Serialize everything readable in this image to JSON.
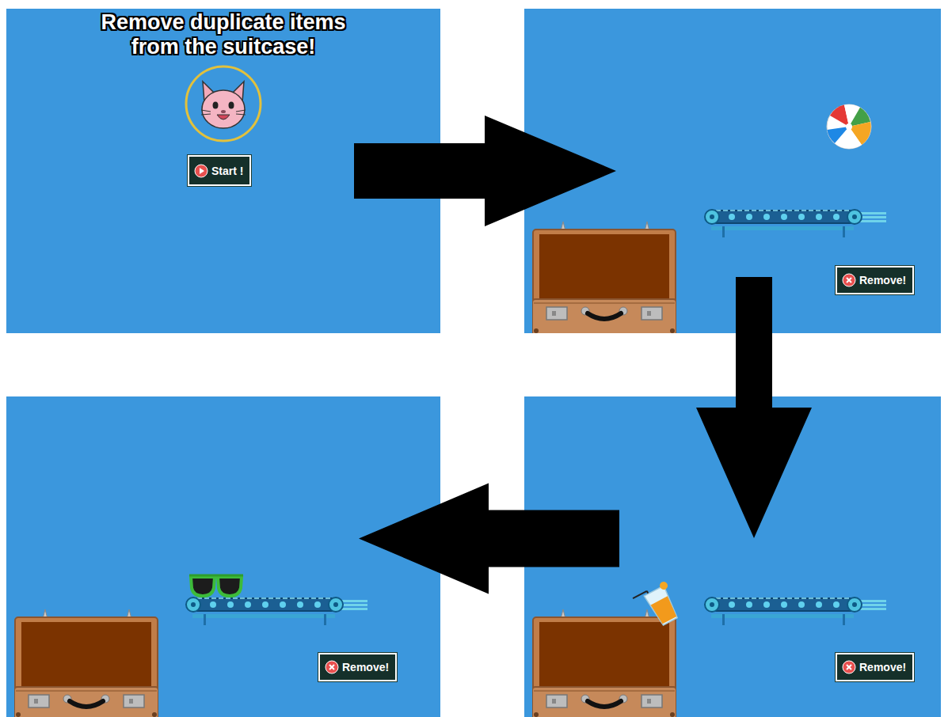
{
  "diagram": {
    "nodes": [
      {
        "text": [
          "Remove duplicate items from the suitcase!"
        ]
      },
      {
        "text": [
          "Start !"
        ],
        "in": 0
      },
      {
        "text": []
      },
      {
        "text": [
          "Remove!"
        ],
        "in": 2
      },
      {
        "text": []
      },
      {
        "text": [
          "Remove!"
        ],
        "in": 4
      },
      {
        "text": []
      },
      {
        "text": [
          "Remove!"
        ],
        "in": 6
      }
    ],
    "edges": [
      {
        "from": 0,
        "to": 2,
        "arrow": "to"
      },
      {
        "from": 2,
        "to": 6,
        "arrow": "to"
      },
      {
        "from": 6,
        "to": 4,
        "arrow": "to"
      }
    ]
  }
}
